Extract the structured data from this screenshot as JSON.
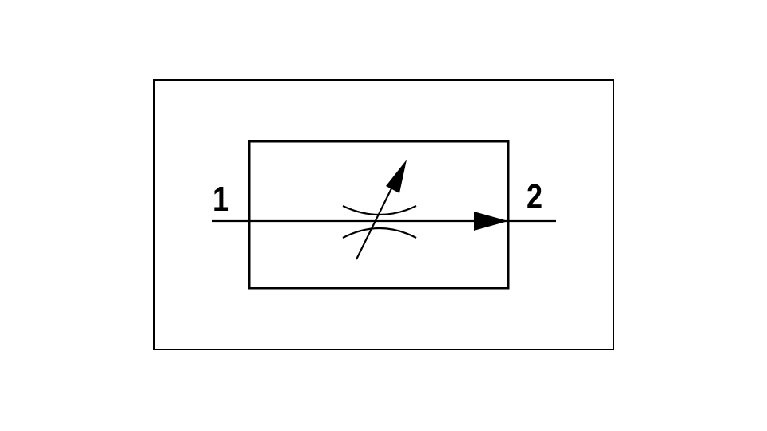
{
  "diagram": {
    "type": "variable-flow-control-valve-symbol",
    "ports": {
      "inlet_label": "1",
      "outlet_label": "2"
    },
    "colors": {
      "line": "#000000",
      "background": "#ffffff"
    }
  }
}
